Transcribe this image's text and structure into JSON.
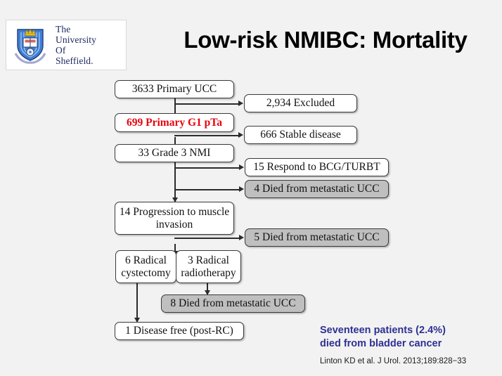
{
  "slide": {
    "background_color": "#f2f2f2",
    "title": "Low-risk NMIBC: Mortality"
  },
  "logo": {
    "name": "university-of-sheffield-logo",
    "line1": "The",
    "line2": "University",
    "line3": "Of",
    "line4": "Sheffield.",
    "crest_color": "#2f6fd0",
    "text_color": "#1f2a63"
  },
  "flowchart": {
    "nodes": [
      {
        "id": "primary-ucc",
        "label": "3633 Primary UCC",
        "style": "white"
      },
      {
        "id": "excluded",
        "label": "2,934 Excluded",
        "style": "white"
      },
      {
        "id": "primary-g1-pta",
        "label": "699 Primary G1 pTa",
        "style": "red"
      },
      {
        "id": "stable-disease",
        "label": "666 Stable disease",
        "style": "white"
      },
      {
        "id": "grade-3-nmi",
        "label": "33 Grade 3 NMI",
        "style": "white"
      },
      {
        "id": "respond-bcg",
        "label": "15 Respond to BCG/TURBT",
        "style": "white"
      },
      {
        "id": "died-4",
        "label": "4 Died from metastatic  UCC",
        "style": "grey"
      },
      {
        "id": "progression",
        "label": "14 Progression to muscle invasion",
        "style": "white"
      },
      {
        "id": "died-5",
        "label": "5 Died from metastatic  UCC",
        "style": "grey"
      },
      {
        "id": "radical-cystectomy",
        "label": "6 Radical cystectomy",
        "style": "white"
      },
      {
        "id": "radical-radiotherapy",
        "label": "3 Radical radiotherapy",
        "style": "white"
      },
      {
        "id": "died-8",
        "label": "8 Died from metastatic  UCC",
        "style": "grey"
      },
      {
        "id": "disease-free",
        "label": "1 Disease free (post-RC)",
        "style": "white"
      }
    ],
    "colors": {
      "box_fill_white": "#ffffff",
      "box_fill_grey": "#bfbfbf",
      "box_border": "#3a3a3a",
      "highlight_text": "#e8000d",
      "connector": "#2b2b2b"
    }
  },
  "conclusion": {
    "line1": "Seventeen patients (2.4%)",
    "line2": "died from bladder cancer",
    "color": "#2e3192"
  },
  "citation": {
    "text": "Linton KD et al. J Urol. 2013;189:828−33"
  }
}
